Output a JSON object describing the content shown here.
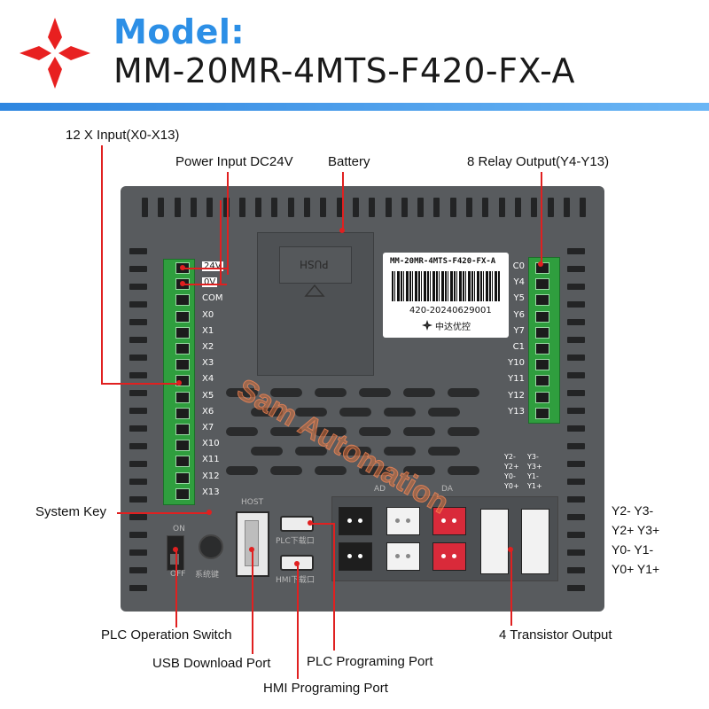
{
  "header": {
    "label": "Model:",
    "code": "MM-20MR-4MTS-F420-FX-A"
  },
  "colors": {
    "accent_blue": "#2c8fe6",
    "callout_red": "#e02020",
    "terminal_green": "#2f9e3e",
    "panel_gray": "#585b5e"
  },
  "callouts": {
    "x_input": "12 X Input(X0-X13)",
    "power": "Power Input DC24V",
    "battery": "Battery",
    "relay": "8 Relay Output(Y4-Y13)",
    "system_key": "System Key",
    "plc_switch": "PLC Operation Switch",
    "usb": "USB Download Port",
    "plc_port": "PLC Programing Port",
    "hmi_port": "HMI Programing Port",
    "transistor": "4 Transistor Output",
    "y_right": [
      "Y2-  Y3-",
      "Y2+ Y3+",
      "Y0-  Y1-",
      "Y0+ Y1+"
    ]
  },
  "device": {
    "left_terminals": [
      "24V",
      "0V",
      "COM",
      "X0",
      "X1",
      "X2",
      "X3",
      "X4",
      "X5",
      "X6",
      "X7",
      "X10",
      "X11",
      "X12",
      "X13"
    ],
    "right_terminals": [
      "C0",
      "Y4",
      "Y5",
      "Y6",
      "Y7",
      "C1",
      "Y10",
      "Y11",
      "Y12",
      "Y13"
    ],
    "sticker_model": "MM-20MR-4MTS-F420-FX-A",
    "sticker_serial": "420-20240629001",
    "sticker_brand": "中达优控",
    "battery_push": "PUSH",
    "host_label": "HOST",
    "on_label": "ON",
    "off_label": "OFF",
    "ad_label": "AD",
    "da_label": "DA",
    "plc_port_label": "PLC下载口",
    "hmi_port_label": "HMI下载口",
    "sys_label": "系统键",
    "y_block_labels": [
      "Y2-",
      "Y2+",
      "Y0-",
      "Y0+",
      "Y3-",
      "Y3+",
      "Y1-",
      "Y1+"
    ]
  },
  "watermark": "Sam Automation"
}
